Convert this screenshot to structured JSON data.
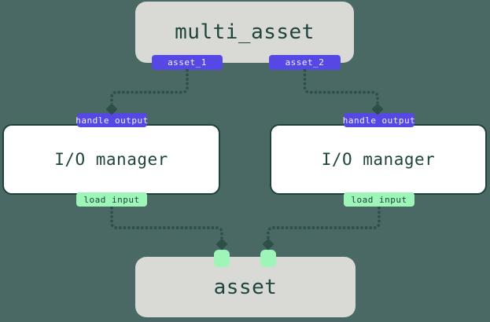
{
  "colors": {
    "background": "#4a6965",
    "node-gray": "#d9d9d6",
    "node-white": "#ffffff",
    "outline": "#1d4238",
    "line": "#2d4f47",
    "accent-purple": "#5648e4",
    "accent-green": "#9df5b8",
    "text-dark": "#1f453c",
    "text-on-purple": "#f2f0ff"
  },
  "diagram": {
    "multi_asset_node": {
      "title": "multi_asset",
      "output_1": "asset_1",
      "output_2": "asset_2"
    },
    "io_manager_left": {
      "title": "I/O manager",
      "top_badge": "handle output",
      "bottom_badge": "load input"
    },
    "io_manager_right": {
      "title": "I/O manager",
      "top_badge": "handle output",
      "bottom_badge": "load input"
    },
    "asset_node": {
      "title": "asset"
    }
  }
}
